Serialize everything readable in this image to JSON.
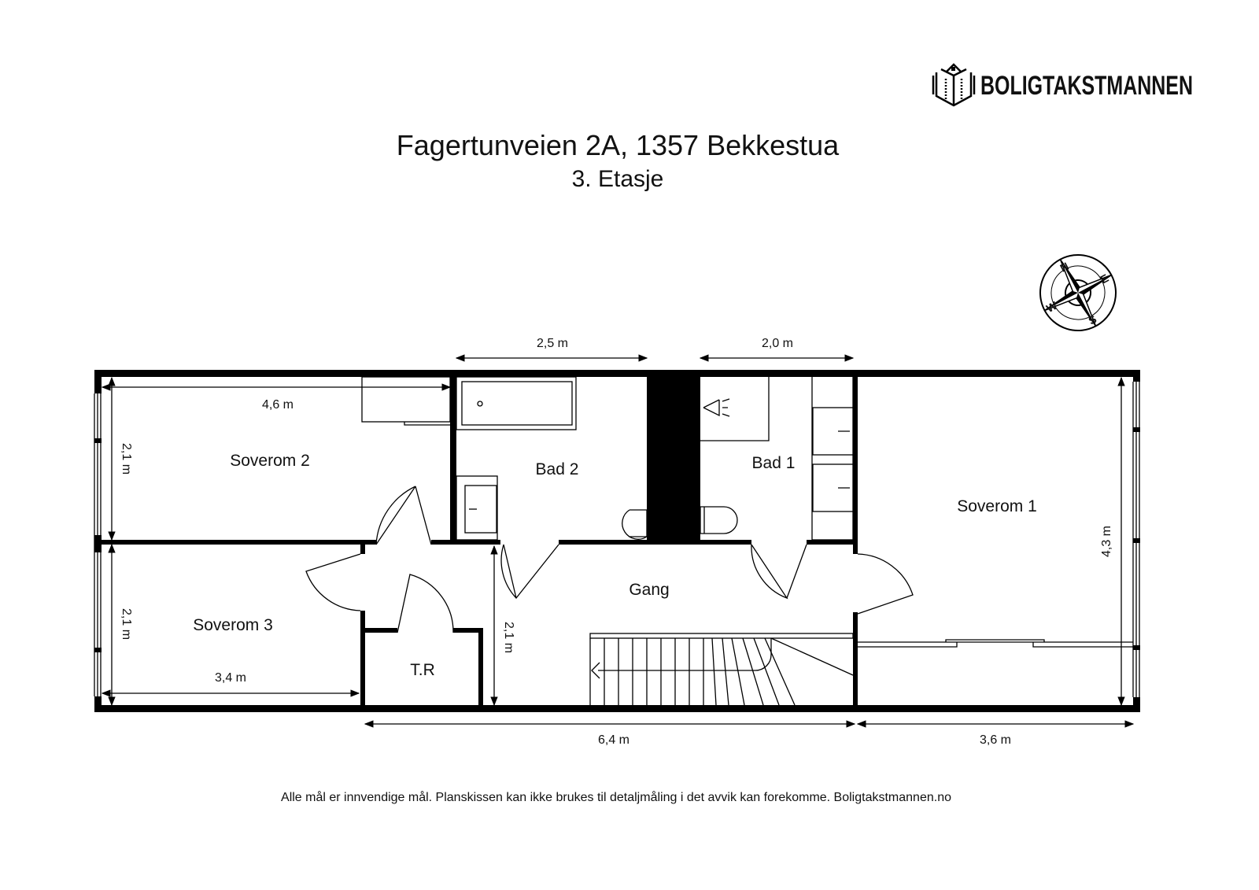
{
  "logo": {
    "text": "BOLIGTAKSTMANNEN",
    "icon": "building-icon"
  },
  "header": {
    "title": "Fagertunveien 2A, 1357 Bekkestua",
    "subtitle": "3. Etasje"
  },
  "compass": {
    "icon": "compass-rose-icon",
    "labels": {
      "n": "N",
      "e": "E",
      "s": "S",
      "w": "W"
    }
  },
  "rooms": {
    "soverom2": "Soverom 2",
    "soverom3": "Soverom 3",
    "bad2": "Bad 2",
    "bad1": "Bad 1",
    "soverom1": "Soverom 1",
    "gang": "Gang",
    "tr": "T.R"
  },
  "dimensions": {
    "bad2_width": "2,5 m",
    "bad1_width": "2,0 m",
    "soverom2_width": "4,6 m",
    "soverom2_depth": "2,1 m",
    "soverom3_depth": "2,1 m",
    "soverom3_width": "3,4 m",
    "gang_depth": "2,1 m",
    "soverom1_depth": "4,3 m",
    "bottom_left": "6,4 m",
    "bottom_right": "3,6 m"
  },
  "footer": {
    "disclaimer": "Alle mål er innvendige mål. Planskissen kan ikke brukes til detaljmåling i det avvik kan forekomme. Boligtakstmannen.no"
  }
}
